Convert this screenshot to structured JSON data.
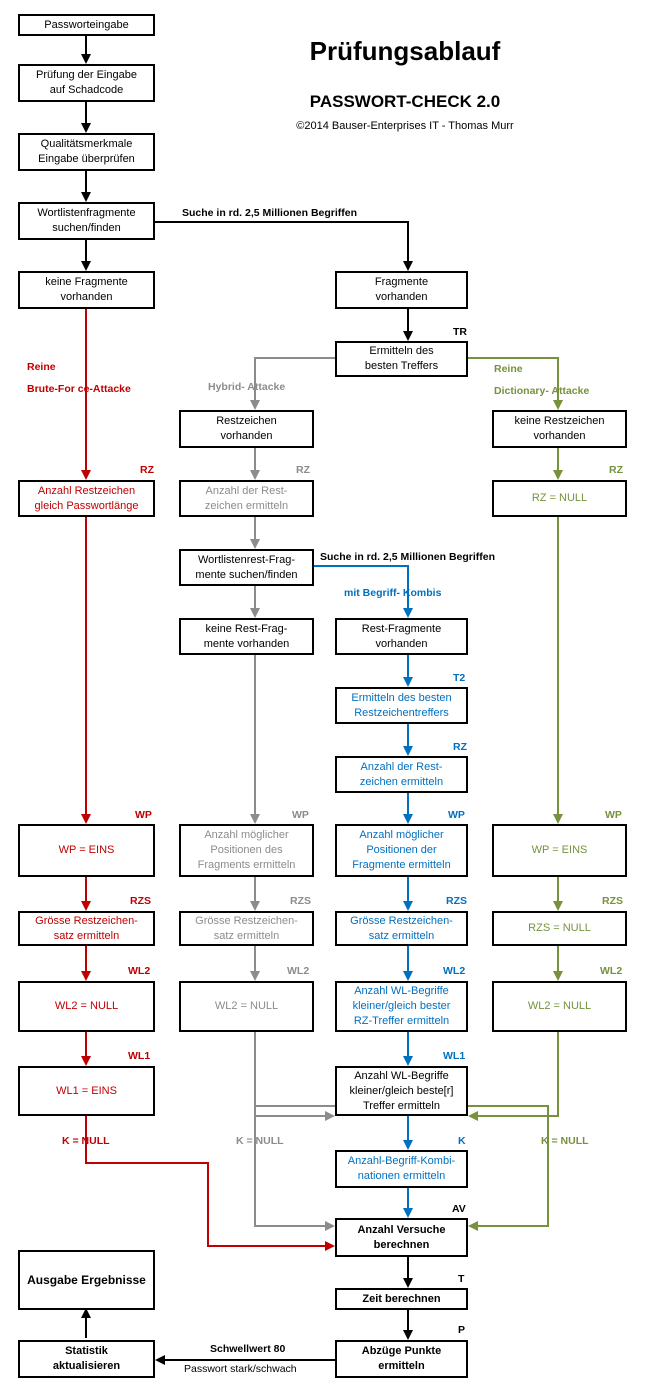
{
  "header": {
    "title": "Prüfungsablauf",
    "subtitle": "PASSWORT-CHECK 2.0",
    "copyright": "©2014 Bauser-Enterprises IT - Thomas Murr"
  },
  "colors": {
    "black": "#000000",
    "red": "#c00000",
    "gray": "#8c8c8c",
    "green": "#76923c",
    "blue": "#0070c0"
  },
  "boxes": {
    "input": "Passworteingabe",
    "malware_check": "Prüfung der Eingabe\nauf Schadcode",
    "quality_check": "Qualitätsmerkmale\nEingabe überprüfen",
    "wordlist_search": "Wortlistenfragmente\nsuchen/finden",
    "no_fragments": "keine Fragmente\nvorhanden",
    "fragments_found": "Fragmente\nvorhanden",
    "best_match": "Ermitteln des\nbesten Treffers",
    "red_rz": "Anzahl Restzeichen\ngleich Passwortlänge",
    "red_wp": "WP = EINS",
    "red_rzs": "Grösse Restzeichen-\nsatz ermitteln",
    "red_wl2": "WL2 = NULL",
    "red_wl1": "WL1 = EINS",
    "gray_rest_chars": "Restzeichen\nvorhanden",
    "gray_rz": "Anzahl der Rest-\nzeichen ermitteln",
    "gray_rest_search": "Wortlistenrest-Frag-\nmente suchen/finden",
    "gray_no_rest_frag": "keine Rest-Frag-\nmente vorhanden",
    "gray_wp": "Anzahl möglicher\nPositionen des\nFragments ermitteln",
    "gray_rzs": "Grösse Restzeichen-\nsatz ermitteln",
    "gray_wl2": "WL2 = NULL",
    "blue_rest_frag": "Rest-Fragmente\nvorhanden",
    "blue_t2": "Ermitteln des besten\nRestzeichentreffers",
    "blue_rz": "Anzahl der Rest-\nzeichen ermitteln",
    "blue_wp": "Anzahl möglicher\nPositionen der\nFragmente ermitteln",
    "blue_rzs": "Grösse Restzeichen-\nsatz ermitteln",
    "blue_wl2": "Anzahl  WL-Begriffe\nkleiner/gleich bester\nRZ-Treffer ermitteln",
    "wl1_merge": "Anzahl  WL-Begriffe\nkleiner/gleich beste[r]\nTreffer ermitteln",
    "blue_k": "Anzahl-Begriff-Kombi-\nnationen ermitteln",
    "green_no_rest": "keine Restzeichen\nvorhanden",
    "green_rz": "RZ = NULL",
    "green_wp": "WP = EINS",
    "green_rzs": "RZS = NULL",
    "green_wl2": "WL2 = NULL",
    "attempts": "Anzahl  Versuche\nberechnen",
    "time": "Zeit berechnen",
    "deductions": "Abzüge Punkte\nermitteln",
    "statistics": "Statistik\naktualisieren",
    "output": "Ausgabe Ergebnisse"
  },
  "labels": {
    "search_main": "Suche in rd. 2,5 Millionen Begriffen",
    "search_rest": "Suche in rd. 2,5 Millionen Begriffen",
    "brute_force": "Reine\nBrute-For ce-Attacke",
    "hybrid": "Hybrid-  Attacke",
    "dictionary": "Reine\nDictionary- Attacke",
    "combis": "mit Begriff-  Kombis",
    "tr": "TR",
    "t2": "T2",
    "rz_red": "RZ",
    "rz_gray": "RZ",
    "rz_green": "RZ",
    "rz_blue": "RZ",
    "wp_red": "WP",
    "wp_gray": "WP",
    "wp_blue": "WP",
    "wp_green": "WP",
    "rzs_red": "RZS",
    "rzs_gray": "RZS",
    "rzs_blue": "RZS",
    "rzs_green": "RZS",
    "wl2_red": "WL2",
    "wl2_gray": "WL2",
    "wl2_blue": "WL2",
    "wl2_green": "WL2",
    "wl1_red": "WL1",
    "wl1_blue": "WL1",
    "k_red": "K =  NULL",
    "k_gray": "K =  NULL",
    "k_green": "K =  NULL",
    "k_blue": "K",
    "av": "AV",
    "t": "T",
    "p": "P",
    "threshold": "Schwellwert 80",
    "strength": "Passwort stark/schwach"
  }
}
